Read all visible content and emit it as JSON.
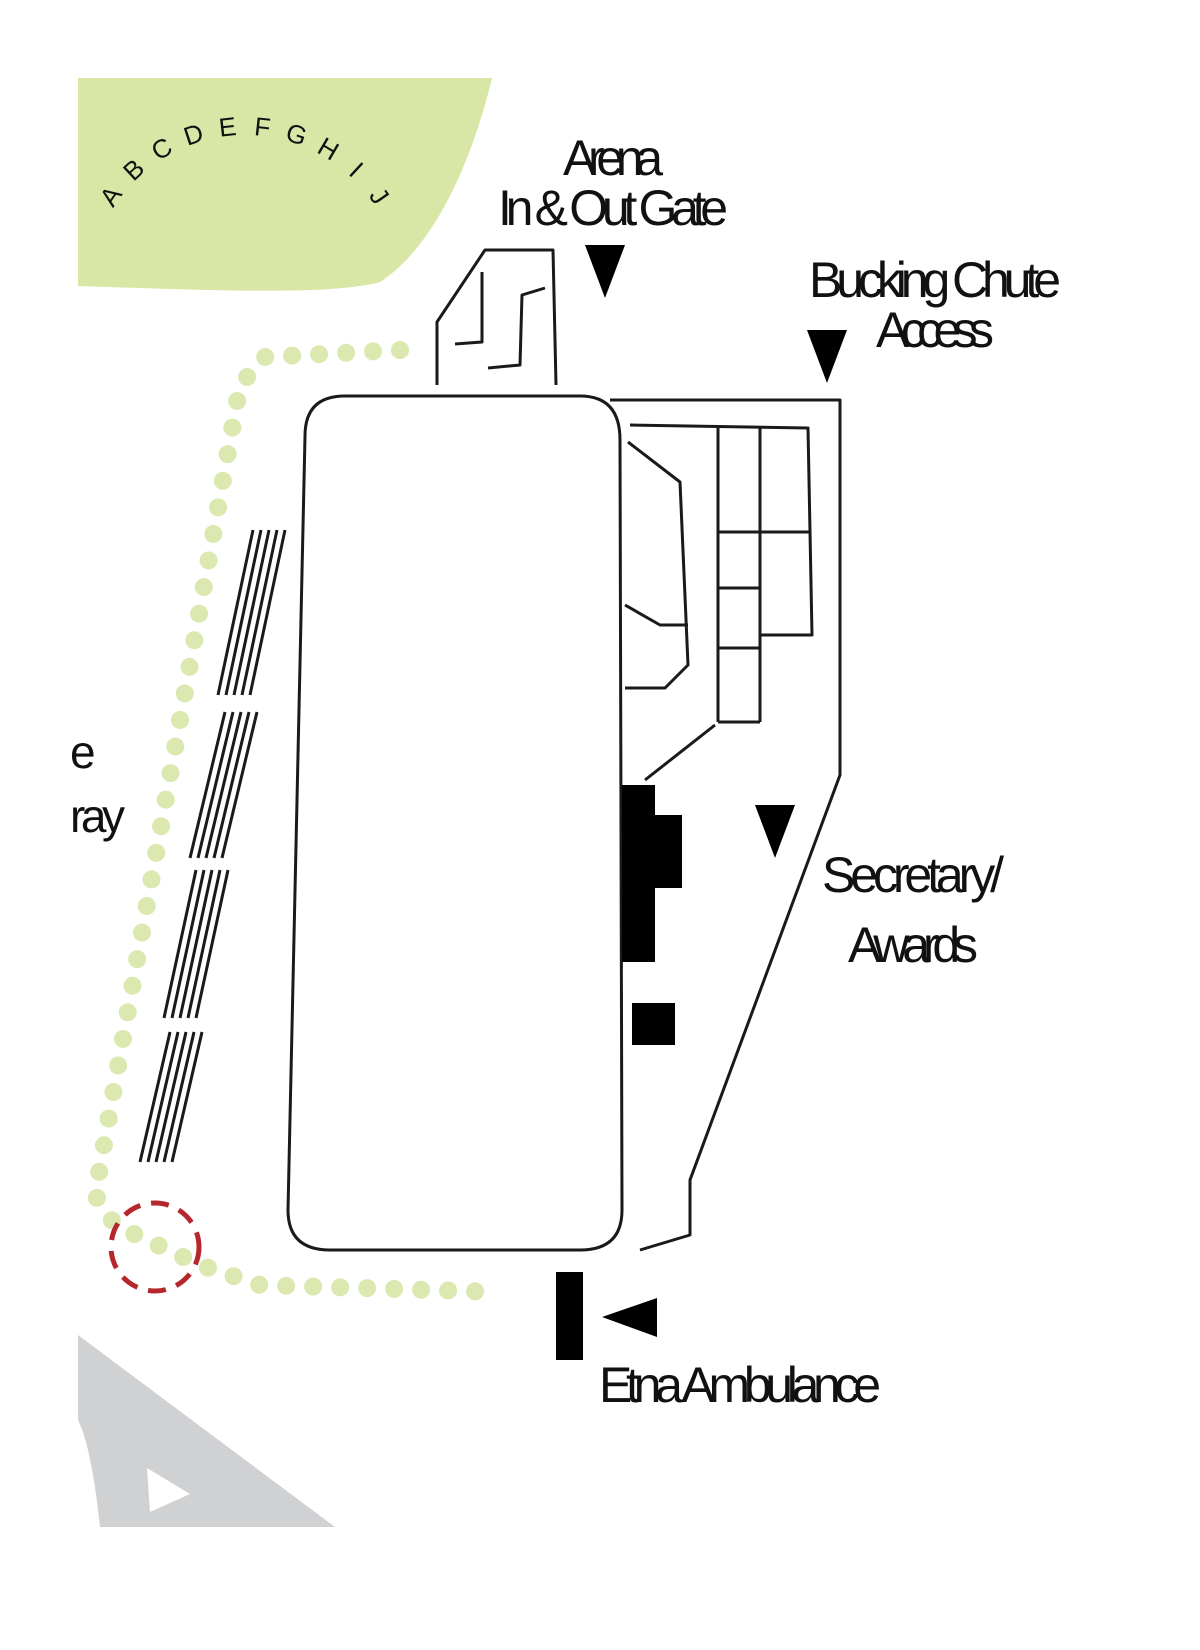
{
  "colors": {
    "green": "#d8e6a6",
    "dot": "#dbe8b0",
    "road": "#d0d1d3",
    "line": "#1a1a1a",
    "marker": "#b5272d"
  },
  "lot_letters": [
    "A",
    "B",
    "C",
    "D",
    "E",
    "F",
    "G",
    "H",
    "I",
    "J"
  ],
  "labels": {
    "arena_gate_line1": "Arena",
    "arena_gate_line2": "In & Out Gate",
    "bucking_line1": "Bucking Chute",
    "bucking_line2": "Access",
    "secretary_line1": "Secretary/",
    "secretary_line2": "Awards",
    "ambulance": "Etna Ambulance",
    "partial_left_1": "e",
    "partial_left_2": "ray"
  }
}
